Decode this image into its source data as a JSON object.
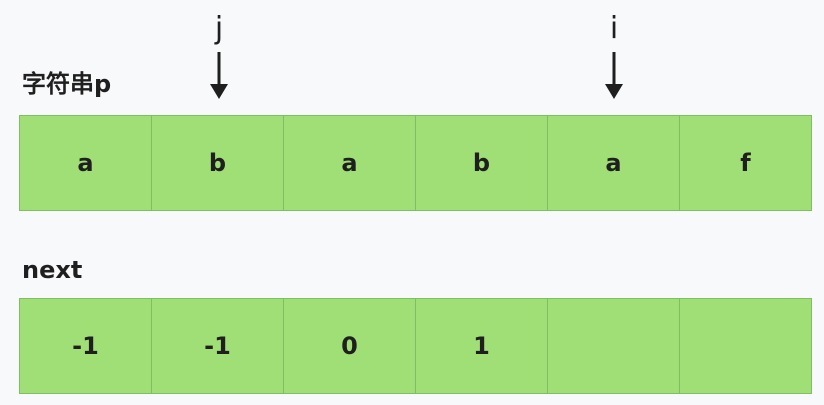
{
  "pointers": {
    "j": {
      "label": "j",
      "index": 1
    },
    "i": {
      "label": "i",
      "index": 4
    }
  },
  "string_row": {
    "label": "字符串p",
    "cells": [
      "a",
      "b",
      "a",
      "b",
      "a",
      "f"
    ]
  },
  "next_row": {
    "label": "next",
    "cells": [
      "-1",
      "-1",
      "0",
      "1",
      "",
      ""
    ]
  },
  "colors": {
    "cell_fill": "#a0de76",
    "cell_border": "#7fbe63",
    "background": "#f8f9fb",
    "text": "#1f1f1f"
  }
}
